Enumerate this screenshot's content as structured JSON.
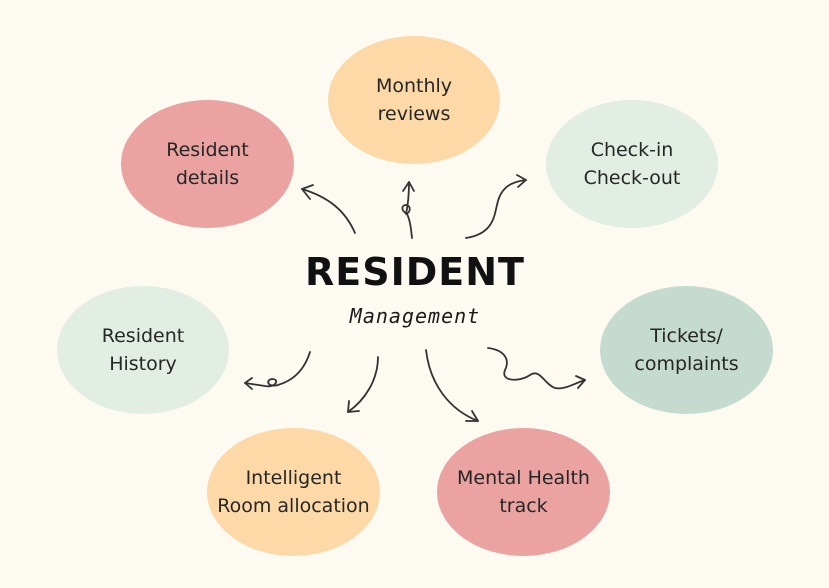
{
  "diagram": {
    "center": {
      "title": "RESIDENT",
      "subtitle": "Management"
    },
    "nodes": [
      {
        "id": "monthly",
        "lines": [
          "Monthly",
          "reviews"
        ],
        "color": "#fdd9a8"
      },
      {
        "id": "details",
        "lines": [
          "Resident",
          "details"
        ],
        "color": "#eaa3a1"
      },
      {
        "id": "checkin",
        "lines": [
          "Check-in",
          "Check-out"
        ],
        "color": "#e2eee3"
      },
      {
        "id": "history",
        "lines": [
          "Resident",
          "History"
        ],
        "color": "#e2eee3"
      },
      {
        "id": "tickets",
        "lines": [
          "Tickets/",
          "complaints"
        ],
        "color": "#c5dbcf"
      },
      {
        "id": "room",
        "lines": [
          "Intelligent",
          "Room allocation"
        ],
        "color": "#fdd9a8"
      },
      {
        "id": "mental",
        "lines": [
          "Mental Health",
          "track"
        ],
        "color": "#eaa3a1"
      }
    ],
    "background": "#fdfaf2",
    "arrow_color": "#333333"
  }
}
